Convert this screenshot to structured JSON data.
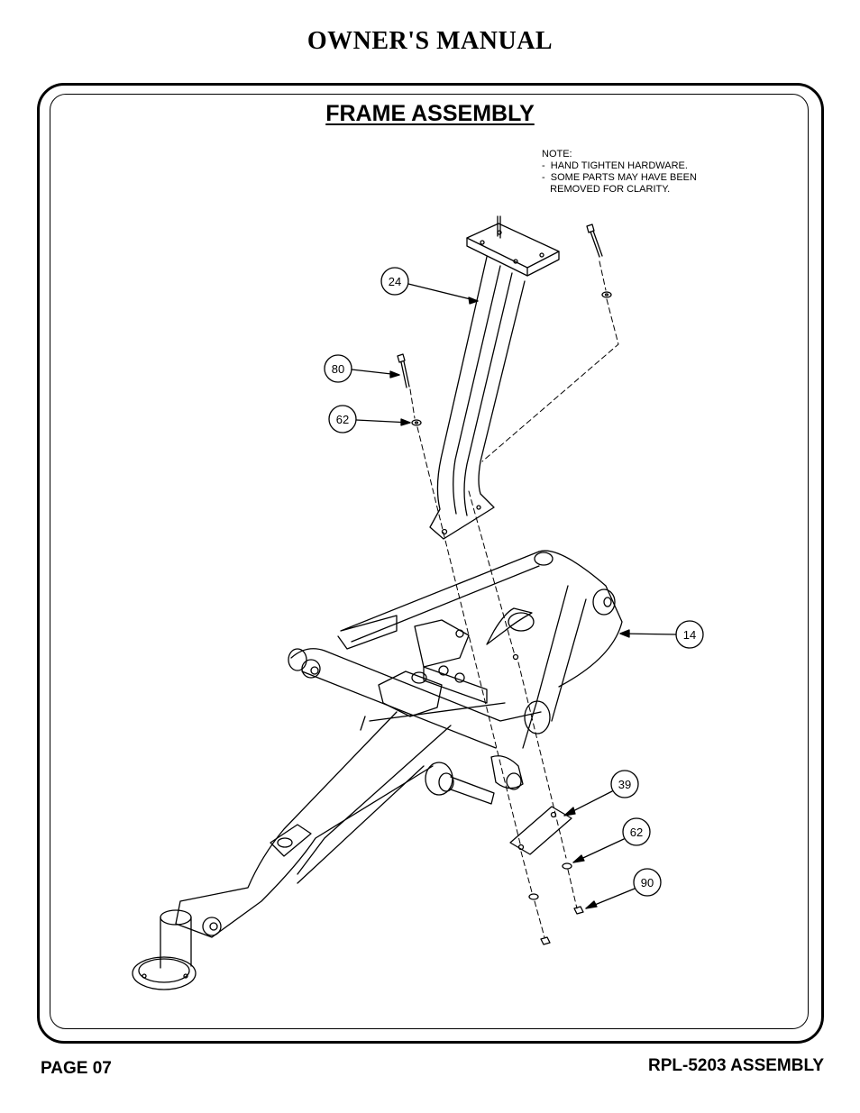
{
  "header": {
    "title": "OWNER'S MANUAL"
  },
  "section": {
    "title": "FRAME ASSEMBLY"
  },
  "note": {
    "lines": [
      "NOTE:",
      "-  HAND TIGHTEN HARDWARE.",
      "-  SOME PARTS MAY HAVE BEEN",
      "   REMOVED FOR CLARITY."
    ]
  },
  "callouts": [
    "24",
    "80",
    "62",
    "14",
    "39",
    "62",
    "90"
  ],
  "footer": {
    "page": "PAGE 07",
    "model": "RPL-5203 ASSEMBLY"
  }
}
